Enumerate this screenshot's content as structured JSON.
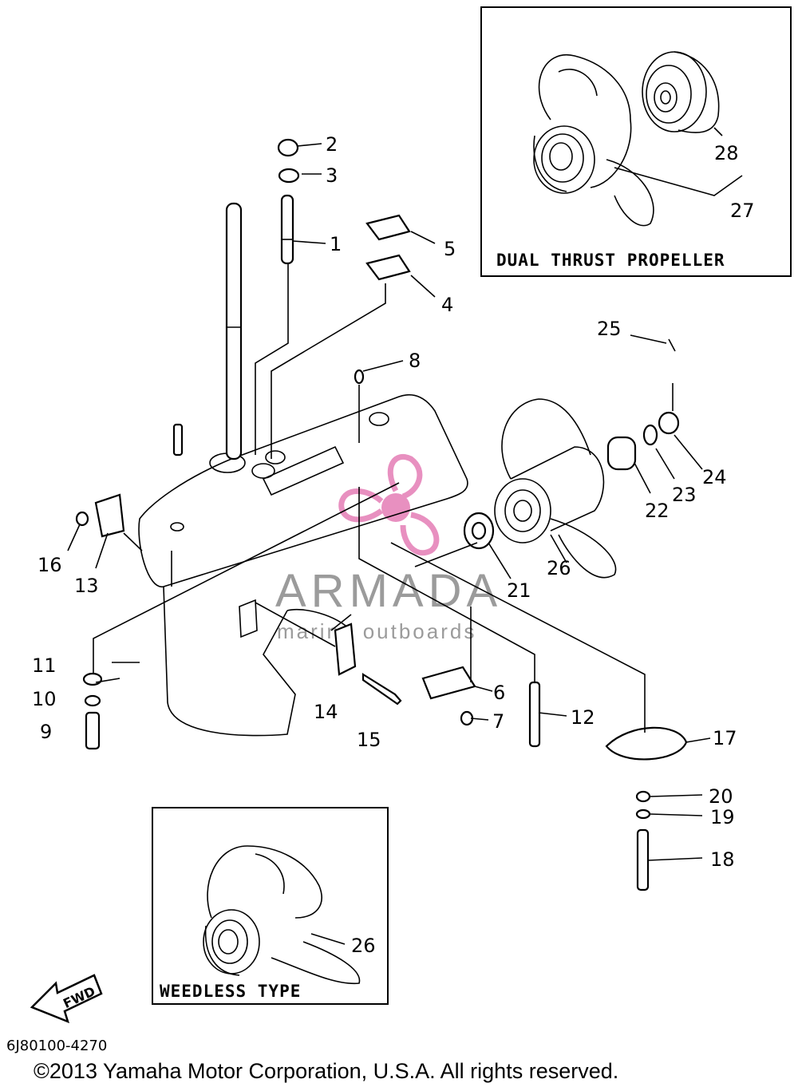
{
  "callouts": {
    "c1": "1",
    "c2": "2",
    "c3": "3",
    "c4": "4",
    "c5": "5",
    "c6": "6",
    "c7": "7",
    "c8": "8",
    "c9": "9",
    "c10": "10",
    "c11": "11",
    "c12": "12",
    "c13": "13",
    "c14": "14",
    "c15": "15",
    "c16": "16",
    "c17": "17",
    "c18": "18",
    "c19": "19",
    "c20": "20",
    "c21": "21",
    "c22": "22",
    "c23": "23",
    "c24": "24",
    "c25": "25",
    "c26": "26",
    "c26b": "26",
    "c27": "27",
    "c28": "28"
  },
  "insets": {
    "dual_thrust_label": "DUAL THRUST PROPELLER",
    "weedless_label": "WEEDLESS TYPE"
  },
  "watermark": {
    "title": "ARMADA",
    "subtitle": "marine outboards",
    "color": "#e890c0"
  },
  "direction_arrow": {
    "label": "FWD"
  },
  "footer": {
    "part_code": "6J80100-4270",
    "copyright": "©2013 Yamaha Motor Corporation, U.S.A. All rights reserved."
  }
}
